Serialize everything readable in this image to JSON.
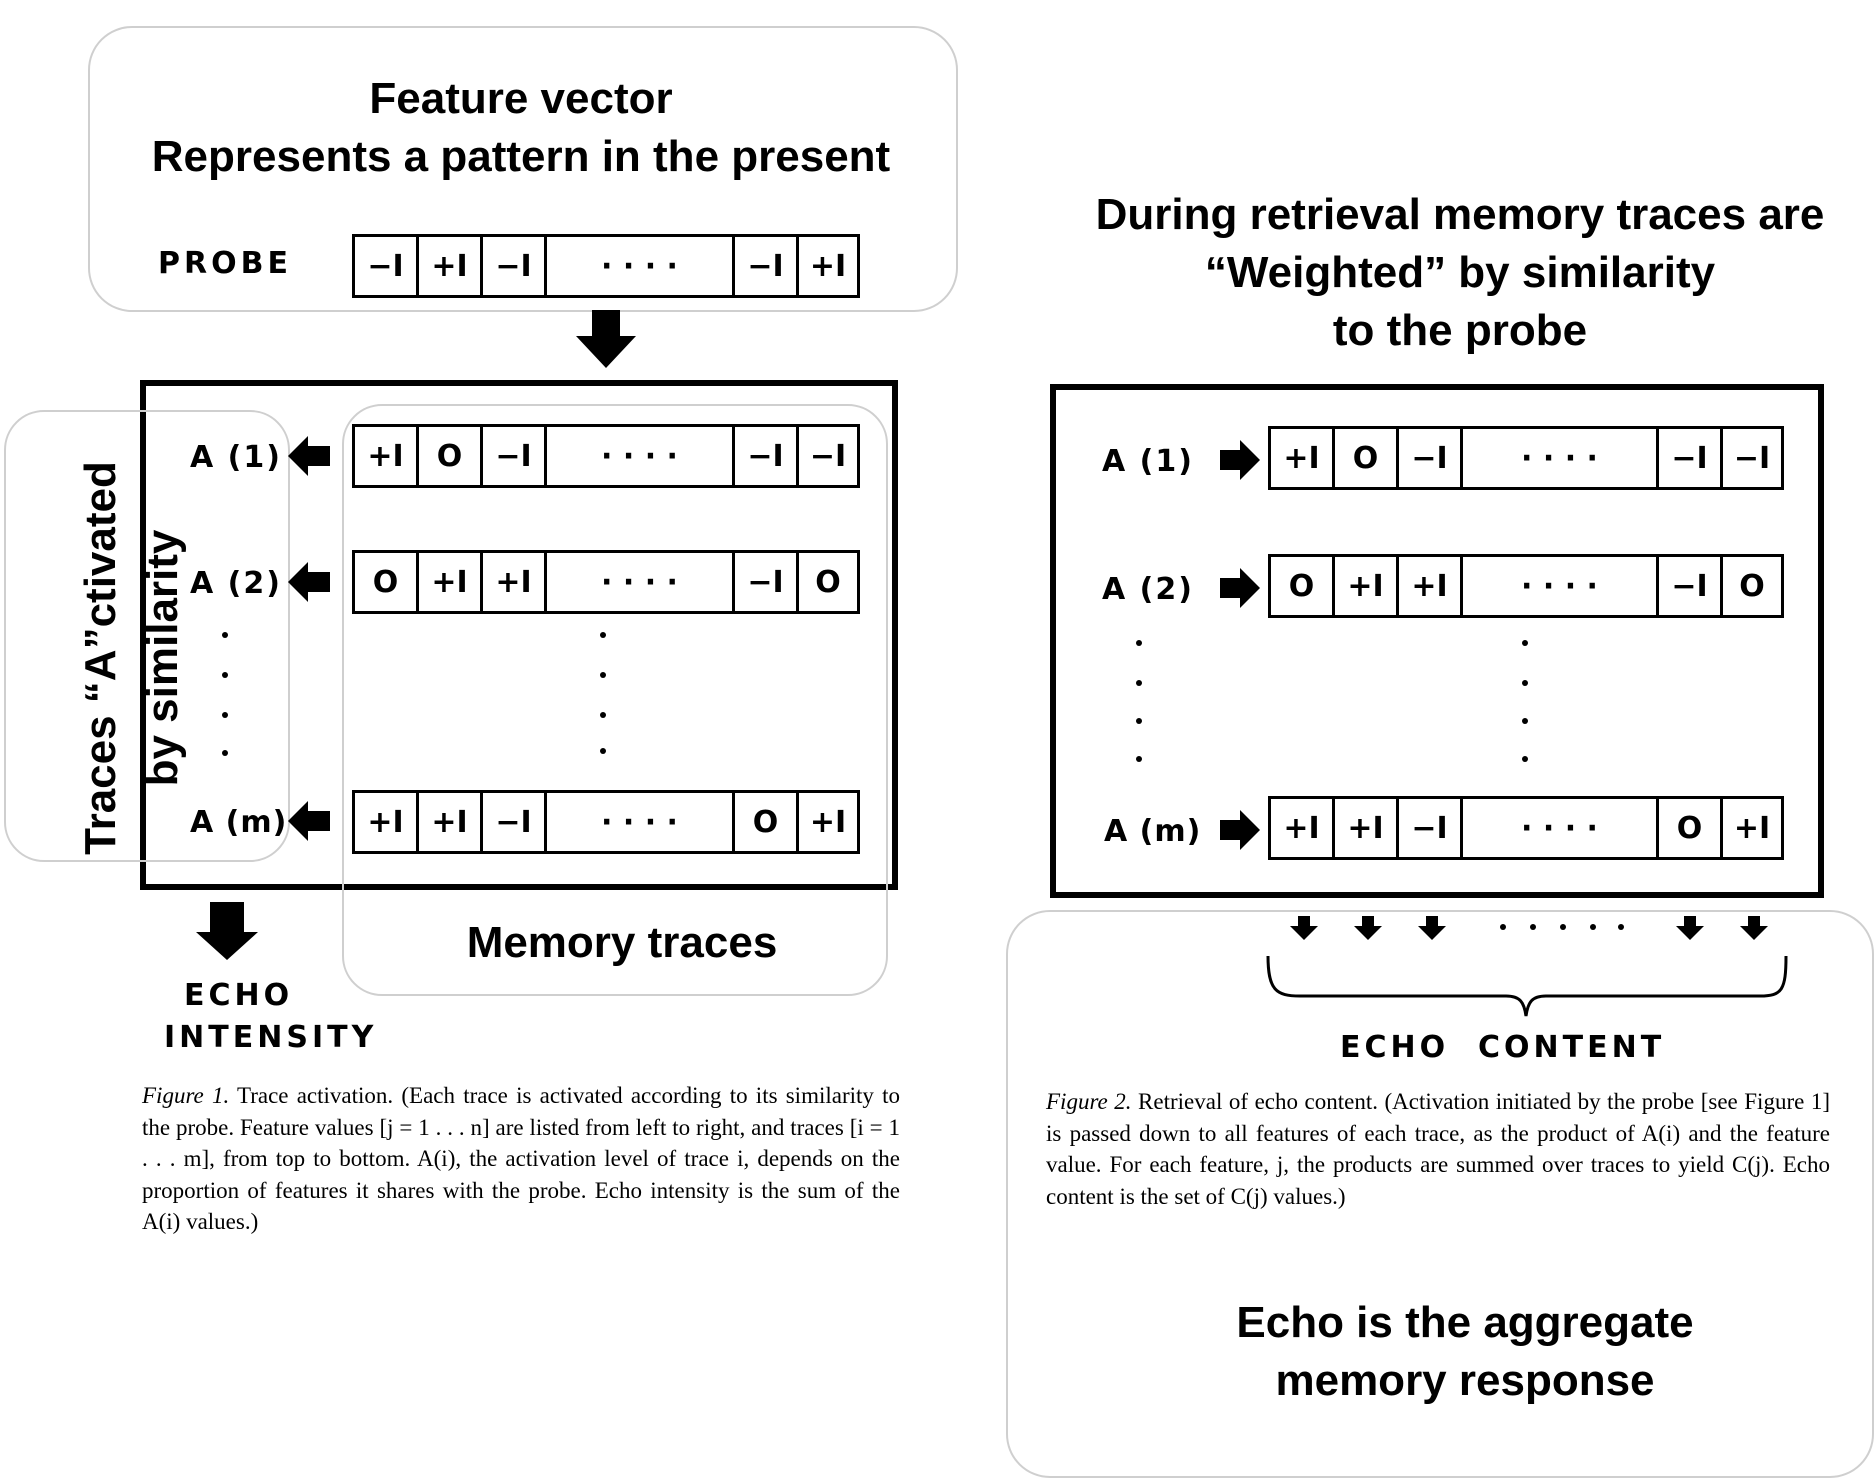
{
  "feature_vector_title": {
    "line1": "Feature vector",
    "line2": "Represents a pattern in the present"
  },
  "probe_label": "PROBE",
  "probe_cells": [
    "−I",
    "+I",
    "−I",
    "· · · ·",
    "−I",
    "+I"
  ],
  "fig1": {
    "traces_label": {
      "line1": "Traces “A”ctivated",
      "line2": "by similarity"
    },
    "row_labels": [
      "A (1)",
      "A (2)",
      "A (m)"
    ],
    "rows": [
      [
        "+I",
        "O",
        "−I",
        "· · · ·",
        "−I",
        "−I"
      ],
      [
        "O",
        "+I",
        "+I",
        "· · · ·",
        "−I",
        "O"
      ],
      [
        "+I",
        "+I",
        "−I",
        "· · · ·",
        "O",
        "+I"
      ]
    ],
    "memory_traces_label": "Memory traces",
    "echo_intensity": {
      "line1": "ECHO",
      "line2": "INTENSITY"
    },
    "caption_fig": "Figure 1.",
    "caption_text": " Trace activation. (Each trace is activated according to its similarity to the probe. Feature values [j = 1 . . . n] are listed from left to right, and traces [i = 1 . . . m], from top to bottom. A(i), the activation level of trace i, depends on the proportion of features it shares with the probe. Echo intensity is the sum of the A(i) values.)"
  },
  "fig2": {
    "title": {
      "line1": "During retrieval memory traces are",
      "line2": "“Weighted” by similarity",
      "line3": "to the probe"
    },
    "row_labels": [
      "A (1)",
      "A (2)",
      "A (m)"
    ],
    "rows": [
      [
        "+I",
        "O",
        "−I",
        "· · · ·",
        "−I",
        "−I"
      ],
      [
        "O",
        "+I",
        "+I",
        "· · · ·",
        "−I",
        "O"
      ],
      [
        "+I",
        "+I",
        "−I",
        "· · · ·",
        "O",
        "+I"
      ]
    ],
    "echo_content_label": "ECHO  CONTENT",
    "caption_fig": "Figure 2.",
    "caption_text": " Retrieval of echo content. (Activation initiated by the probe [see Figure 1] is passed down to all features of each trace, as the product of A(i) and the feature value. For each feature, j, the products are summed over traces to yield C(j). Echo content is the set of C(j) values.)",
    "echo_aggregate": {
      "line1": "Echo is the aggregate",
      "line2": "memory response"
    }
  }
}
